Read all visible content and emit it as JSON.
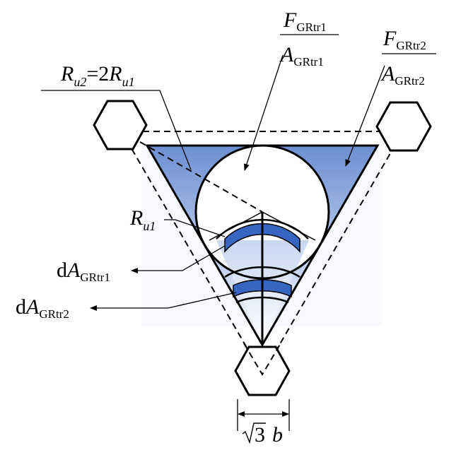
{
  "labels": {
    "ru2_main": "R",
    "ru2_sub": "u2",
    "ru2_eq": "=2",
    "ru1_main": "R",
    "ru1_sub": "u1",
    "ru1_inner_main": "R",
    "ru1_inner_sub": "u1",
    "f1_main": "F",
    "f1_sub": "GRtr1",
    "a1_main": "A",
    "a1_sub": "GRtr1",
    "f2_main": "F",
    "f2_sub": "GRtr2",
    "a2_main": "A",
    "a2_sub": "GRtr2",
    "da1_d": "d",
    "da1_main": "A",
    "da1_sub": "GRtr1",
    "da2_d": "d",
    "da2_main": "A",
    "da2_sub": "GRtr2",
    "dim_coef": "3",
    "dim_var": "b"
  },
  "colors": {
    "fill_blue": "#6c8fd1",
    "band_blue": "#3766c2",
    "stroke": "#000000"
  }
}
